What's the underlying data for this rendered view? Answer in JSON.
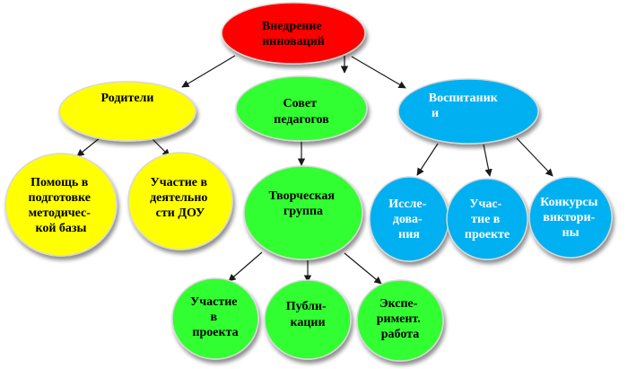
{
  "colors": {
    "red": "#ff0000",
    "yellow": "#ffff00",
    "green": "#33ff33",
    "blue": "#00b0f0",
    "arrow": "#1a1a1a"
  },
  "nodes": {
    "root": {
      "lines": [
        "Внедрение",
        "инноваций"
      ],
      "color": "red"
    },
    "parents": {
      "lines": [
        "Родители"
      ],
      "color": "yellow"
    },
    "council": {
      "lines": [
        "Совет",
        "педагогов"
      ],
      "color": "green"
    },
    "pupils": {
      "lines": [
        "Воспитаник",
        "и"
      ],
      "color": "blue"
    },
    "methodical": {
      "lines": [
        "Помощь в",
        "подготовке",
        "методичес-",
        "кой базы"
      ],
      "color": "yellow"
    },
    "activity": {
      "lines": [
        "Участие в",
        "деятельно",
        "сти ДОУ"
      ],
      "color": "yellow"
    },
    "creative": {
      "lines": [
        "Творческая",
        "группа"
      ],
      "color": "green"
    },
    "research": {
      "lines": [
        "Иссле-",
        "дова-",
        "ния"
      ],
      "color": "blue"
    },
    "project_part": {
      "lines": [
        "Учас-",
        "тие в",
        "проекте"
      ],
      "color": "blue"
    },
    "contests": {
      "lines": [
        "Конкурсы",
        "виктори-",
        "ны"
      ],
      "color": "blue"
    },
    "projects": {
      "lines": [
        "Участие",
        "в",
        "проекта"
      ],
      "color": "green"
    },
    "publications": {
      "lines": [
        "Публи-",
        "кации"
      ],
      "color": "green"
    },
    "experiment": {
      "lines": [
        "Экспе-",
        "римент.",
        "работа"
      ],
      "color": "green"
    }
  }
}
